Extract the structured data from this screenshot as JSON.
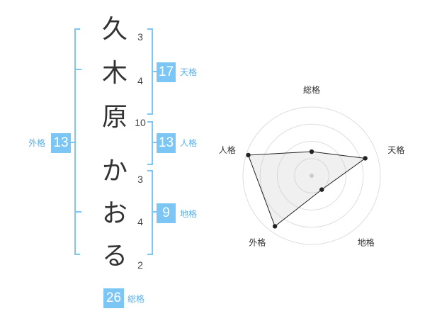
{
  "name": {
    "chars": [
      {
        "char": "久",
        "strokes": "3"
      },
      {
        "char": "木",
        "strokes": "4"
      },
      {
        "char": "原",
        "strokes": "10"
      },
      {
        "char": "か",
        "strokes": "3"
      },
      {
        "char": "お",
        "strokes": "4"
      },
      {
        "char": "る",
        "strokes": "2"
      }
    ]
  },
  "fortunes": {
    "tenkaku": {
      "value": "17",
      "label": "天格"
    },
    "jinkaku": {
      "value": "13",
      "label": "人格"
    },
    "chikaku": {
      "value": "9",
      "label": "地格"
    },
    "gaikaku": {
      "value": "13",
      "label": "外格"
    },
    "soukaku": {
      "value": "26",
      "label": "総格"
    }
  },
  "colors": {
    "accent": "#7cc6f5",
    "accent_text": "#5ab0ea",
    "text": "#333333"
  },
  "chart_data": {
    "type": "radar",
    "axes": [
      "総格",
      "天格",
      "地格",
      "外格",
      "人格"
    ],
    "values": [
      0.35,
      0.82,
      0.25,
      0.91,
      0.97
    ],
    "rings": 4
  }
}
